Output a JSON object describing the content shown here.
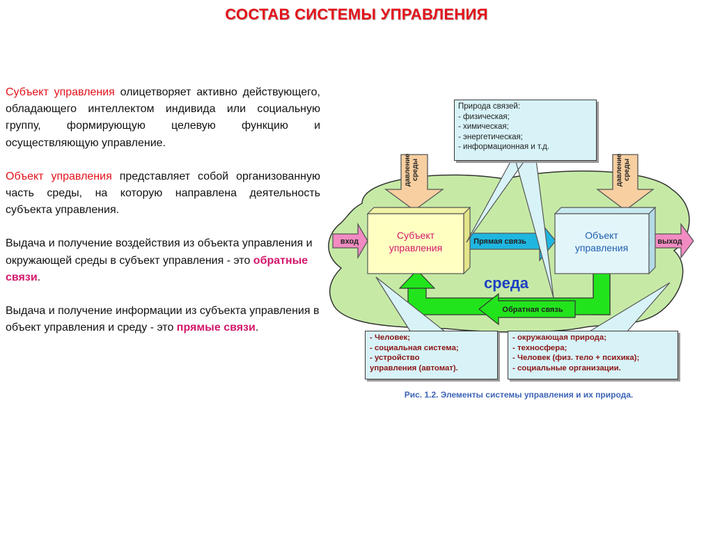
{
  "title": "СОСТАВ СИСТЕМЫ УПРАВЛЕНИЯ",
  "paragraphs": {
    "p1_term": "Субъект управления",
    "p1_text": " олицетворяет активно действующего, обладающего интеллектом индивида или социальную группу, формирующую целевую функцию и осуществляющую управление.",
    "p2_term": "Объект управления",
    "p2_text": " представляет собой организованную часть среды, на которую направлена деятельность субъекта управления.",
    "p3_text": "Выдача и получение воздействия из объекта управления и окружающей среды в субъект управления - это ",
    "p3_term": "обратные связи",
    "p3_end": ".",
    "p4_text": "Выдача и получение информации из субъекта управления в объект управления и среду - это ",
    "p4_term": "прямые связи",
    "p4_end": "."
  },
  "diagram": {
    "subject_line1": "Субъект",
    "subject_line2": "управления",
    "object_line1": "Объект",
    "object_line2": "управления",
    "input_label": "вход",
    "output_label": "выход",
    "direct_link_label": "Прямая связь",
    "feedback_label": "Обратная связь",
    "environment_label": "среда",
    "pressure_line1": "давление",
    "pressure_line2": "среды",
    "nature_box": {
      "title": "Природа связей:",
      "items": [
        "- физическая;",
        "- химическая;",
        "- энергетическая;",
        "- информационная и т.д."
      ]
    },
    "subject_list": [
      "- Человек;",
      "- социальная система;",
      "- устройство",
      "управления (автомат)."
    ],
    "environment_list": [
      "- окружающая природа;",
      "- техносфера;",
      "- Человек (физ. тело + психика);",
      "- социальные организации."
    ],
    "caption": "Рис. 1.2. Элементы системы управления и их природа."
  },
  "colors": {
    "title": "#e3121b",
    "cloud": "#c6eaa6",
    "subject_box": "#ffffc2",
    "object_box": "#e2f6fa",
    "arrow_cyan": "#1fb6e0",
    "arrow_green": "#22e41c",
    "arrow_pink": "#f28bc2",
    "arrow_tan": "#f8cfa0",
    "callout": "#d8f3f8",
    "caption": "#3d64b5"
  }
}
